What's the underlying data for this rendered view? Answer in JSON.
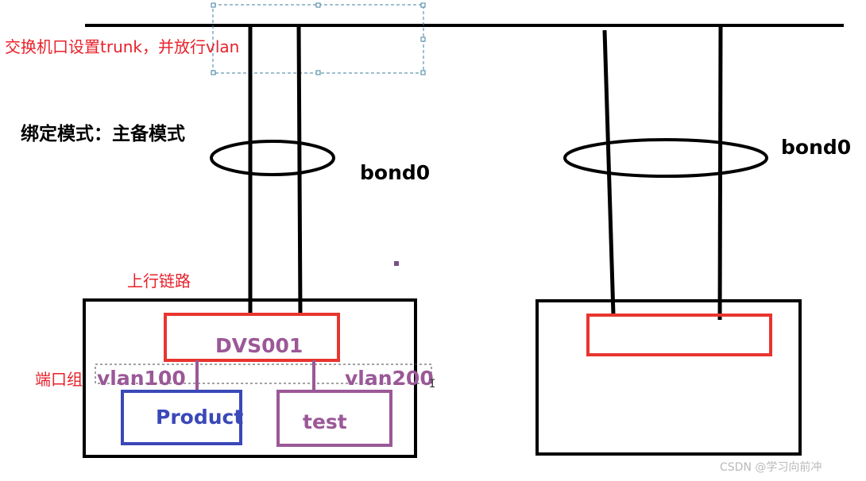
{
  "annotations": {
    "switch_port": "交换机口设置trunk，并放行vlan",
    "bond_mode": "绑定模式：主备模式",
    "uplink": "上行链路",
    "port_group": "端口组"
  },
  "left_host": {
    "bond_label": "bond0",
    "switch_label": "DVS001",
    "vlans": [
      "vlan100",
      "vlan200"
    ],
    "port_groups": [
      "Product",
      "test"
    ]
  },
  "right_host": {
    "bond_label": "bond0"
  },
  "watermark": "CSDN @学习向前冲",
  "colors": {
    "line": "#000000",
    "switch_border": "#e8352f",
    "purple": "#9b5897",
    "blue": "#3a48b8",
    "annotation_red": "#e8202a",
    "selection_dash": "#3f7f9f"
  }
}
